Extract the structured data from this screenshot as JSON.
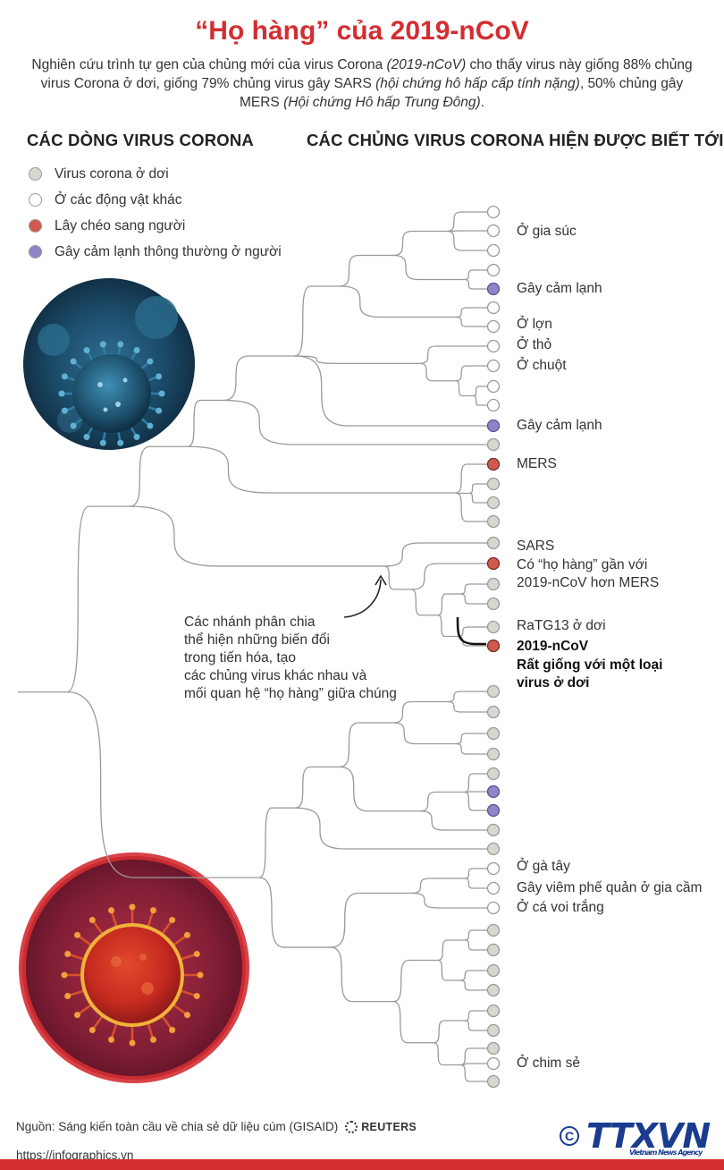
{
  "title": "“Họ hàng” của 2019-nCoV",
  "intro": {
    "part1": "Nghiên cứu trình tự gen của chủng mới của virus Corona ",
    "italic1": "(2019-nCoV)",
    "part2": " cho thấy virus này giống 88% chủng virus Corona ở dơi, giống 79% chủng virus gây SARS ",
    "italic2": "(hội chứng hô hấp cấp tính nặng)",
    "part3": ", 50% chủng gây MERS ",
    "italic3": "(Hội chứng Hô hấp Trung Đông)",
    "part4": "."
  },
  "headings": {
    "left": "CÁC DÒNG VIRUS CORONA",
    "right": "CÁC CHỦNG VIRUS CORONA HIỆN ĐƯỢC BIẾT TỚI"
  },
  "legend": [
    {
      "label": "Virus corona ở dơi",
      "color": "#d9d6cf"
    },
    {
      "label": "Ở các động vật khác",
      "color": "#ffffff"
    },
    {
      "label": "Lây chéo sang người",
      "color": "#d05a50"
    },
    {
      "label": "Gây cảm lạnh thông thường ở người",
      "color": "#8f85c6"
    }
  ],
  "leaf_labels": {
    "gia_suc": "Ở gia súc",
    "cam_lanh_1": "Gây cảm lạnh",
    "lon": "Ở lợn",
    "tho": "Ở thỏ",
    "chuot": "Ở chuột",
    "cam_lanh_2": "Gây cảm lạnh",
    "mers": "MERS",
    "sars": "SARS",
    "ho_hang_1": "Có “họ hàng” gần với",
    "ho_hang_2": "2019-nCoV hơn MERS",
    "ratg13": "RaTG13 ở dơi",
    "ncov": "2019-nCoV",
    "ncov_desc_1": "Rất giống với một loại",
    "ncov_desc_2": "virus ở dơi",
    "ga_tay": "Ở gà tây",
    "viem_phe_quan": "Gây viêm phế quản ở gia cầm",
    "ca_voi": "Ở cá voi trắng",
    "chim_se": "Ở chim sẻ"
  },
  "annotation": [
    "Các nhánh phân chia",
    "thể hiện những biến đổi",
    "trong tiến hóa, tạo",
    "các chủng virus khác nhau và",
    "mối quan hệ “họ hàng” giữa chúng"
  ],
  "footer": {
    "source": "Nguồn: Sáng kiến toàn cầu về chia sẻ dữ liệu cúm (GISAID)",
    "reuters": "REUTERS",
    "url": "https://infographics.vn",
    "agency_logo": "TTXVN",
    "agency_sub": "Vietnam News Agency",
    "copyright_symbol": "C"
  },
  "colors": {
    "accent": "#d42d32",
    "bat": "#d9d6cf",
    "other_animals": "#ffffff",
    "human_cross": "#d05a50",
    "common_cold": "#8f85c6",
    "branch": "#9a9a9a",
    "agency_blue": "#1a3c8f"
  },
  "icons": {
    "virus_top_image": "blue-coronavirus-illustration",
    "virus_bottom_image": "red-coronavirus-illustration",
    "arrow": "curved-arrow-icon"
  }
}
